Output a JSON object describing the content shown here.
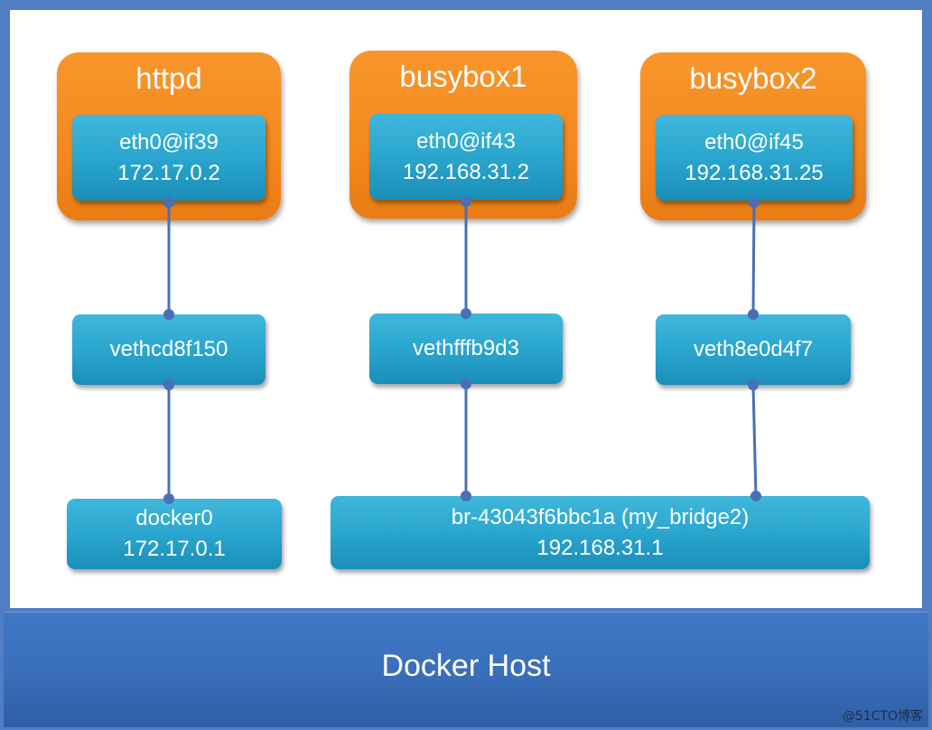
{
  "containers": [
    {
      "title": "httpd",
      "iface": "eth0@if39",
      "ip": "172.17.0.2"
    },
    {
      "title": "busybox1",
      "iface": "eth0@if43",
      "ip": "192.168.31.2"
    },
    {
      "title": "busybox2",
      "iface": "eth0@if45",
      "ip": "192.168.31.25"
    }
  ],
  "veths": [
    "vethcd8f150",
    "vethfffb9d3",
    "veth8e0d4f7"
  ],
  "bridges": [
    {
      "name": "docker0",
      "ip": "172.17.0.1"
    },
    {
      "name": "br-43043f6bbc1a (my_bridge2)",
      "ip": "192.168.31.1"
    }
  ],
  "host": {
    "label": "Docker Host"
  },
  "watermark": "@51CTO博客",
  "colors": {
    "container": "#f48a20",
    "interface": "#2aa6cf",
    "host": "#3a6fba",
    "wire": "#4a6fb5"
  }
}
